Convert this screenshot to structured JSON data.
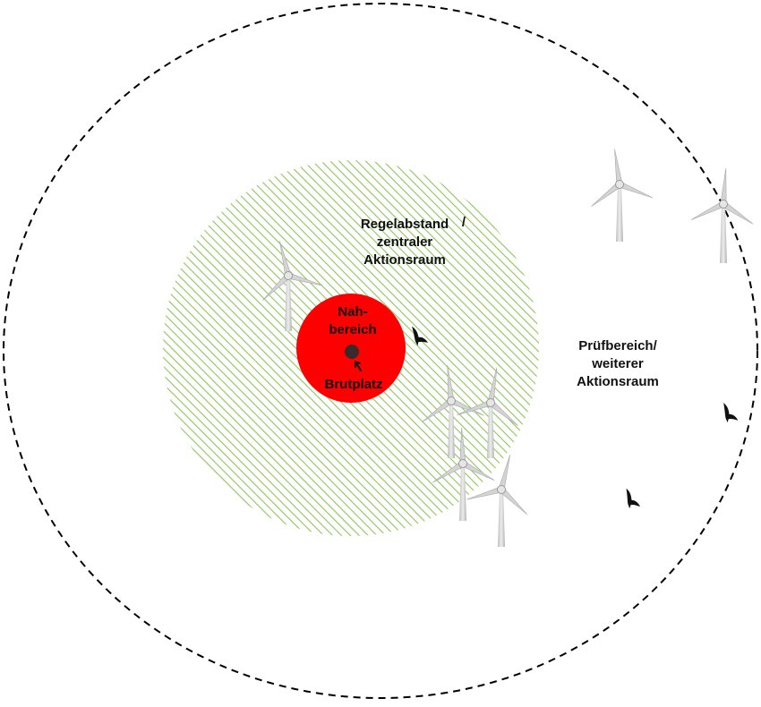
{
  "diagram": {
    "zones": {
      "outer": {
        "label_lines": [
          "Prüfbereich/",
          "weiterer",
          "Aktionsraum"
        ],
        "style": "dashed-outline",
        "stroke_color": "#000000"
      },
      "middle": {
        "label_lines": [
          "Regelabstand",
          "/",
          "zentraler",
          "Aktionsraum"
        ],
        "style": "diagonal-hatch",
        "hatch_color": "#8fc45a"
      },
      "inner": {
        "label_lines": [
          "Nah-",
          "bereich"
        ],
        "fill_color": "#ff0000"
      }
    },
    "nest": {
      "label": "Brutplatz",
      "marker_color": "#3b2a2a"
    },
    "icons": {
      "turbine": "wind-turbine-icon",
      "bird": "bird-of-prey-icon"
    },
    "turbine_color": "#d4d4d4",
    "bird_color": "#111111"
  }
}
